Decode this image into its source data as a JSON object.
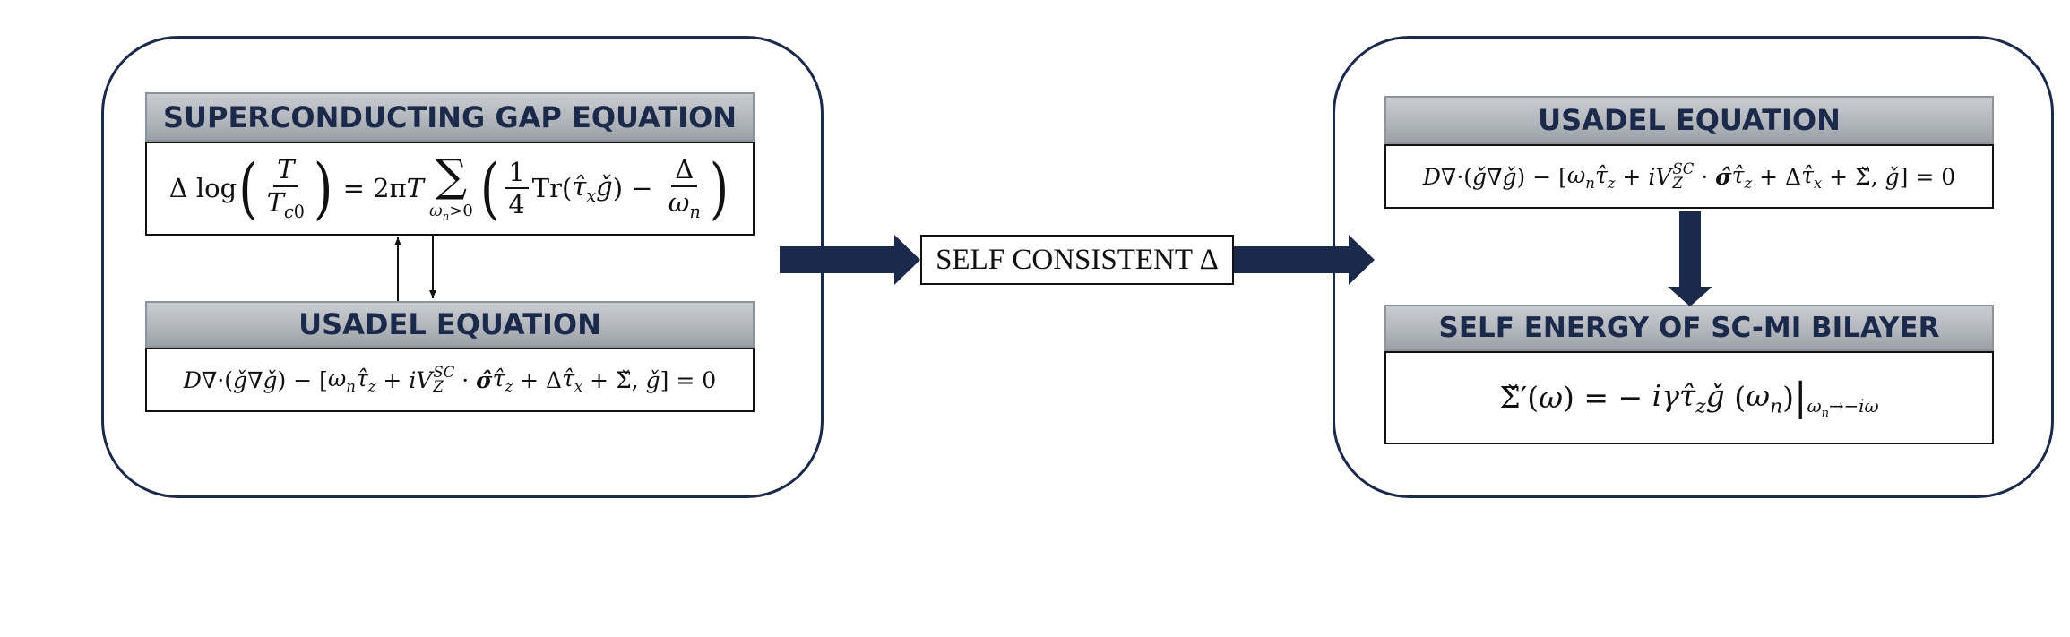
{
  "left_panel": {
    "gap_header": "SUPERCONDUCTING GAP EQUATION",
    "usadel_header": "USADEL EQUATION"
  },
  "center": {
    "label": "SELF CONSISTENT Δ"
  },
  "right_panel": {
    "usadel_header": "USADEL EQUATION",
    "self_energy_header": "SELF ENERGY OF SC-MI BILAYER"
  },
  "colors": {
    "navy": "#1b2a4a",
    "header_gray": "#b3b7bd"
  }
}
